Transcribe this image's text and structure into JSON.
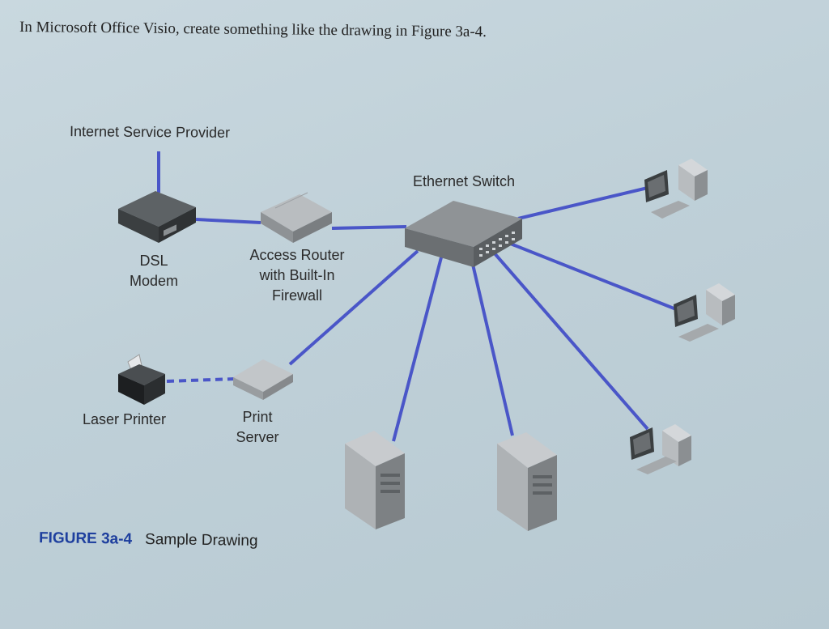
{
  "instruction": "In Microsoft Office Visio, create something like the drawing in Figure 3a-4.",
  "labels": {
    "isp": "Internet Service Provider",
    "switch": "Ethernet Switch",
    "dsl": [
      "DSL",
      "Modem"
    ],
    "router": [
      "Access Router",
      "with Built-In",
      "Firewall"
    ],
    "printer": "Laser Printer",
    "print_server": [
      "Print",
      "Server"
    ]
  },
  "caption": {
    "number": "FIGURE 3a-4",
    "title": "Sample Drawing"
  },
  "colors": {
    "link": "#4a56c8",
    "device_dark": "#4b4f52",
    "device_light": "#a9adb0"
  }
}
